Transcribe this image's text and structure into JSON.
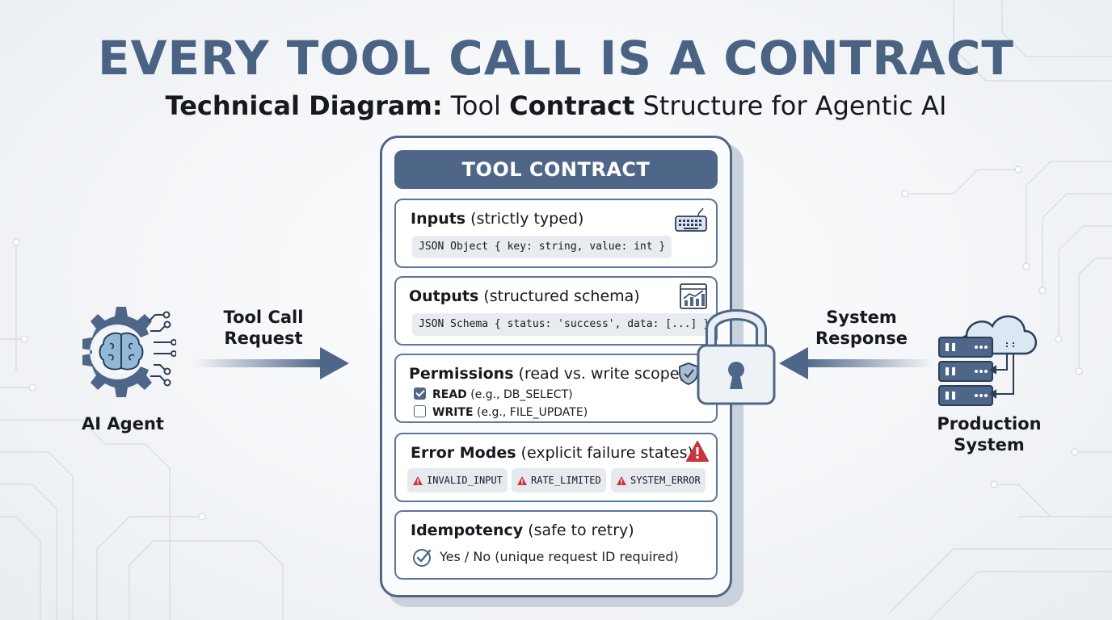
{
  "title": "EVERY TOOL CALL IS A CONTRACT",
  "subtitle": {
    "part1_bold": "Technical Diagram:",
    "part2": " Tool ",
    "part3_bold": "Contract",
    "part4": " Structure for Agentic AI"
  },
  "left": {
    "label": "AI Agent",
    "arrow_label_line1": "Tool Call",
    "arrow_label_line2": "Request"
  },
  "right": {
    "label_line1": "Production",
    "label_line2": "System",
    "arrow_label_line1": "System",
    "arrow_label_line2": "Response"
  },
  "contract": {
    "header": "TOOL CONTRACT",
    "inputs": {
      "title_bold": "Inputs",
      "title_rest": " (strictly typed)",
      "code": "JSON Object { key: string, value: int }",
      "icon": "keyboard-icon"
    },
    "outputs": {
      "title_bold": "Outputs",
      "title_rest": " (structured schema)",
      "code": "JSON Schema { status: 'success', data: [...] }",
      "icon": "chart-icon"
    },
    "permissions": {
      "title_bold": "Permissions",
      "title_rest": " (read vs. write scope)",
      "icon": "shield-check-icon",
      "items": [
        {
          "bold": "READ",
          "rest": " (e.g., DB_SELECT)",
          "checked": true
        },
        {
          "bold": "WRITE",
          "rest": " (e.g., FILE_UPDATE)",
          "checked": false
        }
      ]
    },
    "error_modes": {
      "title_bold": "Error Modes",
      "title_rest": " (explicit failure states)",
      "icon": "warning-icon",
      "chips": [
        "INVALID_INPUT",
        "RATE_LIMITED",
        "SYSTEM_ERROR"
      ]
    },
    "idempotency": {
      "title_bold": "Idempotency",
      "title_rest": " (safe to retry)",
      "value": "Yes / No (unique request ID required)",
      "icon": "check-circle-icon"
    }
  },
  "colors": {
    "primary": "#4e6688",
    "title": "#4a6383",
    "warning": "#c8353a",
    "background": "#f3f5f8"
  }
}
